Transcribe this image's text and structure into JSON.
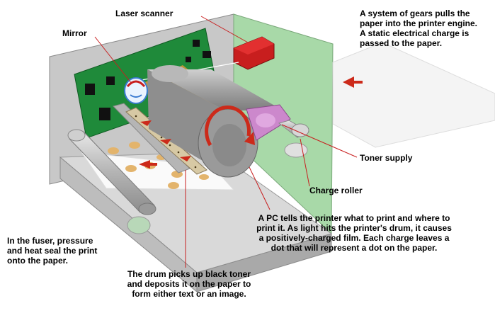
{
  "labels": {
    "laser_scanner": "Laser scanner",
    "mirror": "Mirror",
    "gears_note": [
      "A system of gears pulls the",
      "paper into the printer engine.",
      "A static electrical charge is",
      "passed to the paper."
    ],
    "toner_supply": "Toner supply",
    "charge_roller": "Charge roller",
    "pc_note": [
      "A PC tells the printer what to print and where to",
      "print it.  As light hits the printer's drum, it causes",
      "a positively-charged film.  Each charge leaves a",
      "dot that will represent a dot on the paper."
    ],
    "fuser_note": [
      "In the fuser, pressure",
      "and heat seal the print",
      "onto the paper."
    ],
    "drum_note": [
      "The drum picks up black toner",
      "and deposits it on the paper to",
      "form either text or an image."
    ]
  },
  "colors": {
    "case": "#d3d3d3",
    "side_panel": "#a8d9a8",
    "circuit_board": "#1f8a3a",
    "laser_box": "#c81e1e",
    "drum": "#9e9e9e",
    "toner_dots": "#e3b46c",
    "arrow": "#cc2a1a",
    "toner": "#cc88cc"
  }
}
